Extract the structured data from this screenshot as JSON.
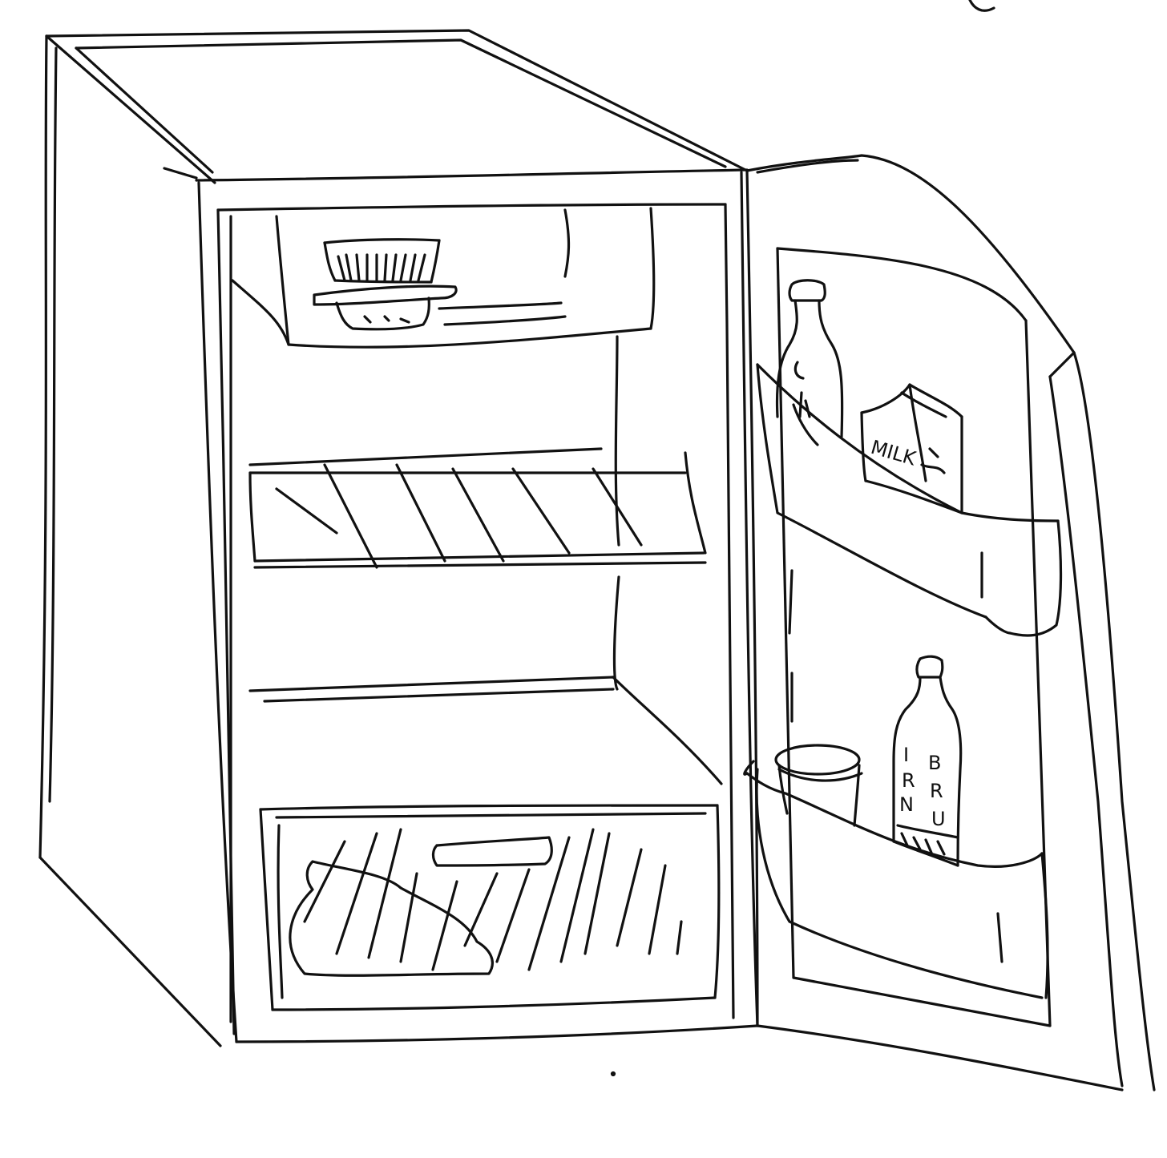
{
  "colors": {
    "paper": "#ffffff",
    "ink": "#111111"
  },
  "labels": {
    "milk": "MILK",
    "irn_letters": [
      "I",
      "R",
      "N"
    ],
    "bru_letters": [
      "B",
      "R",
      "U"
    ]
  }
}
